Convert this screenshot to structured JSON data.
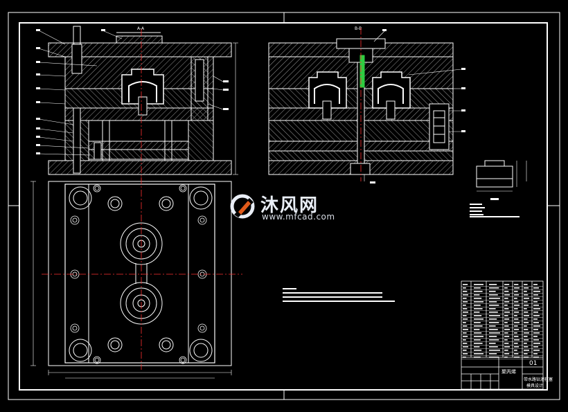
{
  "drawing": {
    "view_aa_label": "A-A",
    "view_bb_label": "B-B",
    "title_block": {
      "sheet_no": "01",
      "material_row": "聚丙烯",
      "title_main": "带水路钻灌柱塞",
      "title_sub": "模具设计"
    }
  },
  "watermark": {
    "brand": "沐风网",
    "url": "www.mfcad.com"
  },
  "colors": {
    "line": "#ffffff",
    "centerline": "#ff3030",
    "background": "#000000",
    "highlight": "#2ecc40",
    "hatch": "#bfbfbf"
  }
}
